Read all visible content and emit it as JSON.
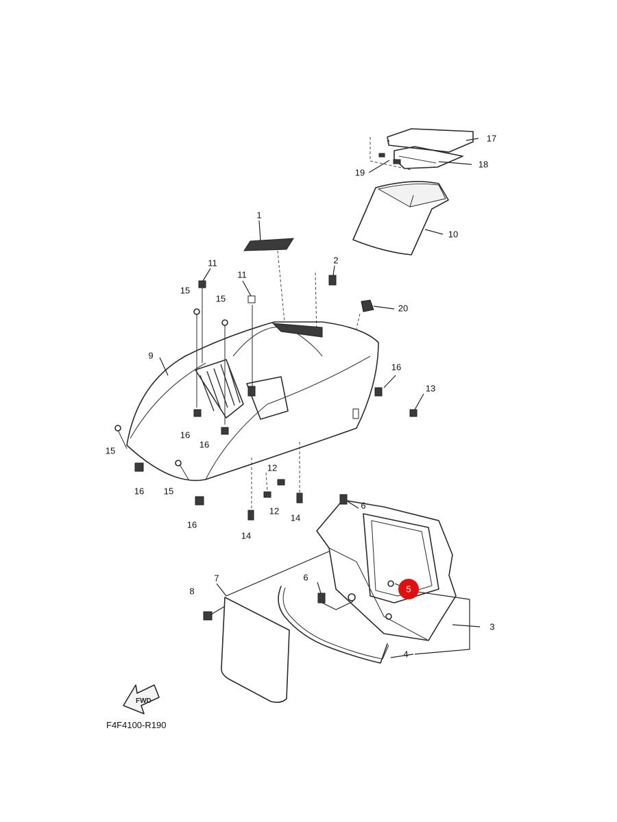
{
  "diagram": {
    "code": "F4F4100-R190",
    "fwd_label": "FWD",
    "highlighted_part": "5",
    "highlight_color": "#e01010",
    "callouts": {
      "c1": "1",
      "c2": "2",
      "c3": "3",
      "c4": "4",
      "c5": "5",
      "c6a": "6",
      "c6b": "6",
      "c7": "7",
      "c8": "8",
      "c9": "9",
      "c10": "10",
      "c11a": "11",
      "c11b": "11",
      "c12a": "12",
      "c12b": "12",
      "c13": "13",
      "c14a": "14",
      "c14b": "14",
      "c15a": "15",
      "c15b": "15",
      "c15c": "15",
      "c15d": "15",
      "c16a": "16",
      "c16b": "16",
      "c16c": "16",
      "c16d": "16",
      "c16e": "16",
      "c17": "17",
      "c18": "18",
      "c19": "19",
      "c20": "20"
    }
  }
}
